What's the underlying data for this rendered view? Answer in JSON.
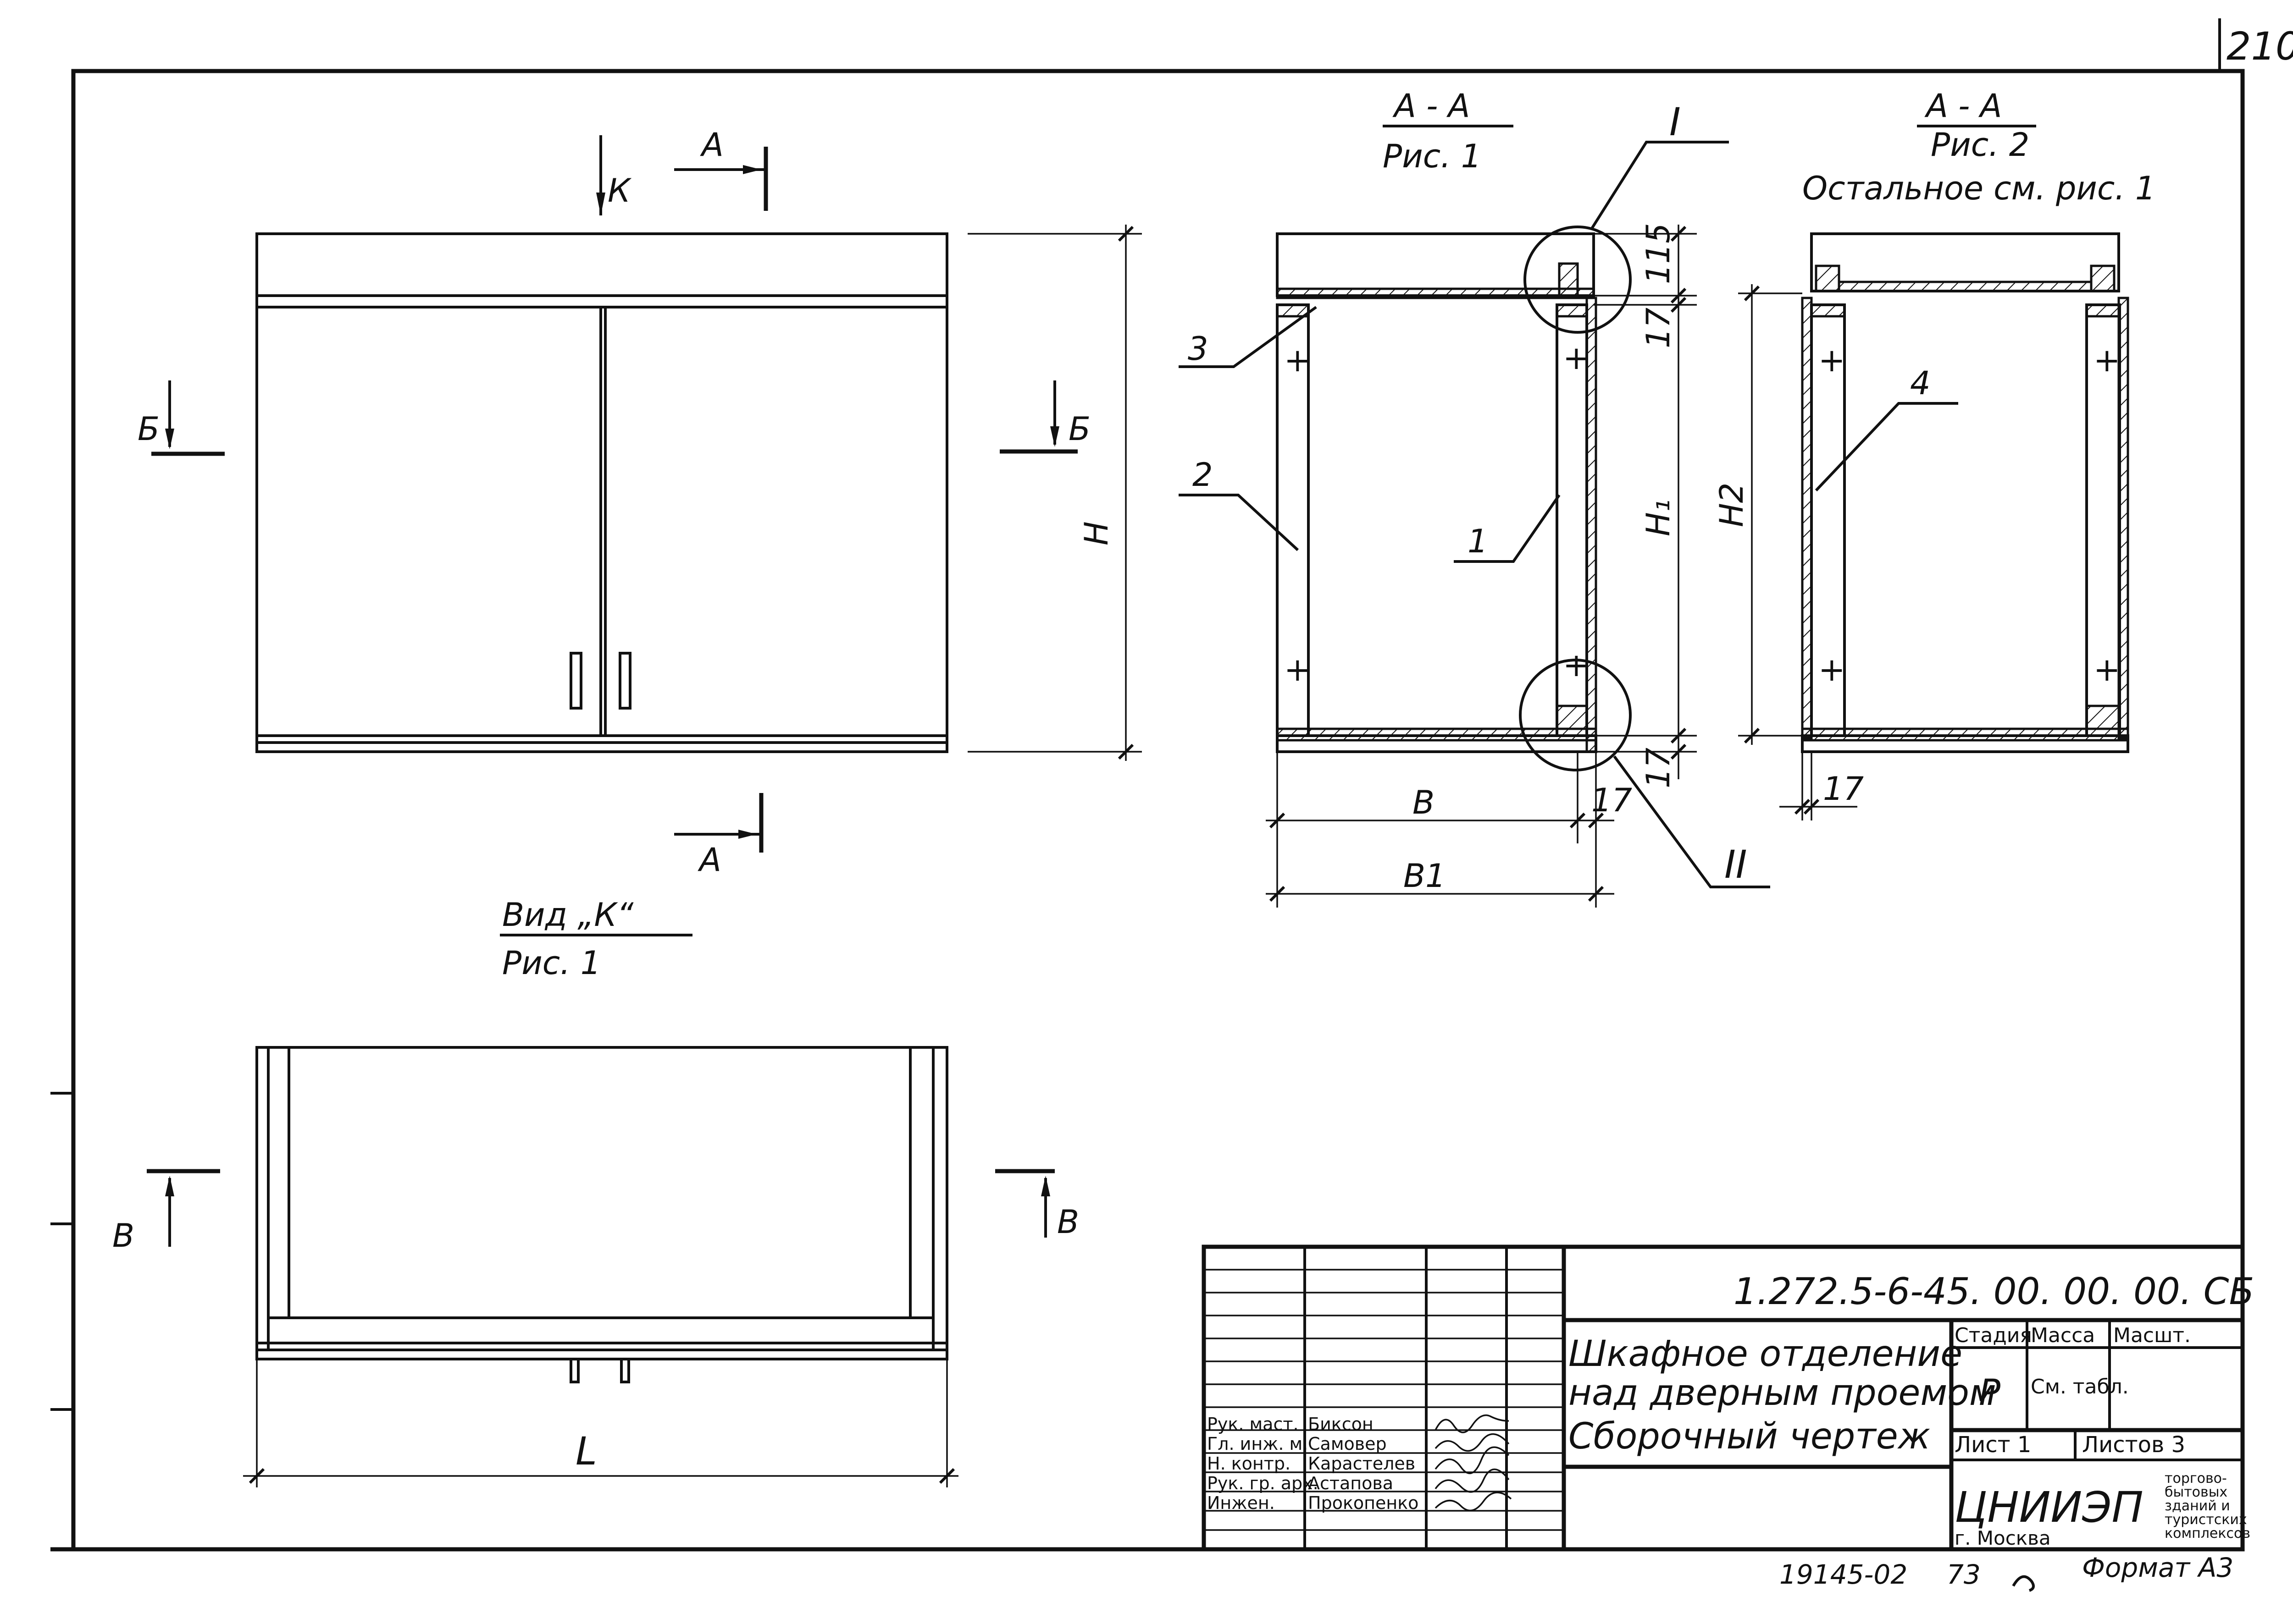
{
  "sheet_number": "210",
  "views": {
    "front": {
      "section_marks": [
        "А",
        "А",
        "Б",
        "Б"
      ],
      "view_arrow": "К",
      "dim_height": "Н",
      "dim_length": "L"
    },
    "section_aa_1": {
      "title": "А - А",
      "subtitle": "Рис. 1",
      "dims": {
        "top": "115",
        "gap": "17",
        "h1": "Н₁",
        "bottom": "17",
        "b": "В",
        "b1": "В1",
        "side": "17"
      },
      "callouts": [
        "I",
        "II"
      ],
      "positions": [
        "3",
        "2",
        "1"
      ]
    },
    "section_aa_2": {
      "title": "А - А",
      "subtitle": "Рис. 2",
      "note": "Остальное см. рис. 1",
      "dims": {
        "h2": "Н2",
        "side": "17"
      },
      "positions": [
        "4"
      ]
    },
    "view_k": {
      "title": "Вид „К“",
      "subtitle": "Рис. 1",
      "section_marks": [
        "В",
        "В"
      ]
    }
  },
  "title_block": {
    "code": "1.272.5-6-45. 00. 00. 00. СБ",
    "name_lines": [
      "Шкафное отделение",
      "над дверным проемом",
      "Сборочный чертеж"
    ],
    "stage_label": "Стадия",
    "mass_label": "Масса",
    "scale_label": "Масшт.",
    "stage_value": "Р",
    "mass_value": "См. табл.",
    "sheet_label": "Лист 1",
    "sheets_label": "Листов 3",
    "org": "ЦНИИЭП",
    "org_city": "г. Москва",
    "org_detail": [
      "торгово-",
      "бытовых",
      "зданий и",
      "туристских",
      "комплексов"
    ],
    "roles": [
      {
        "role": "Рук. маст.",
        "name": "Биксон"
      },
      {
        "role": "Гл. инж. м.",
        "name": "Самовер"
      },
      {
        "role": "Н. контр.",
        "name": "Карастелев"
      },
      {
        "role": "Рук. гр. арх.",
        "name": "Астапова"
      },
      {
        "role": "Инжен.",
        "name": "Прокопенко"
      }
    ]
  },
  "footer": {
    "inventory": "19145-02",
    "copy": "73",
    "format": "Формат А3"
  }
}
